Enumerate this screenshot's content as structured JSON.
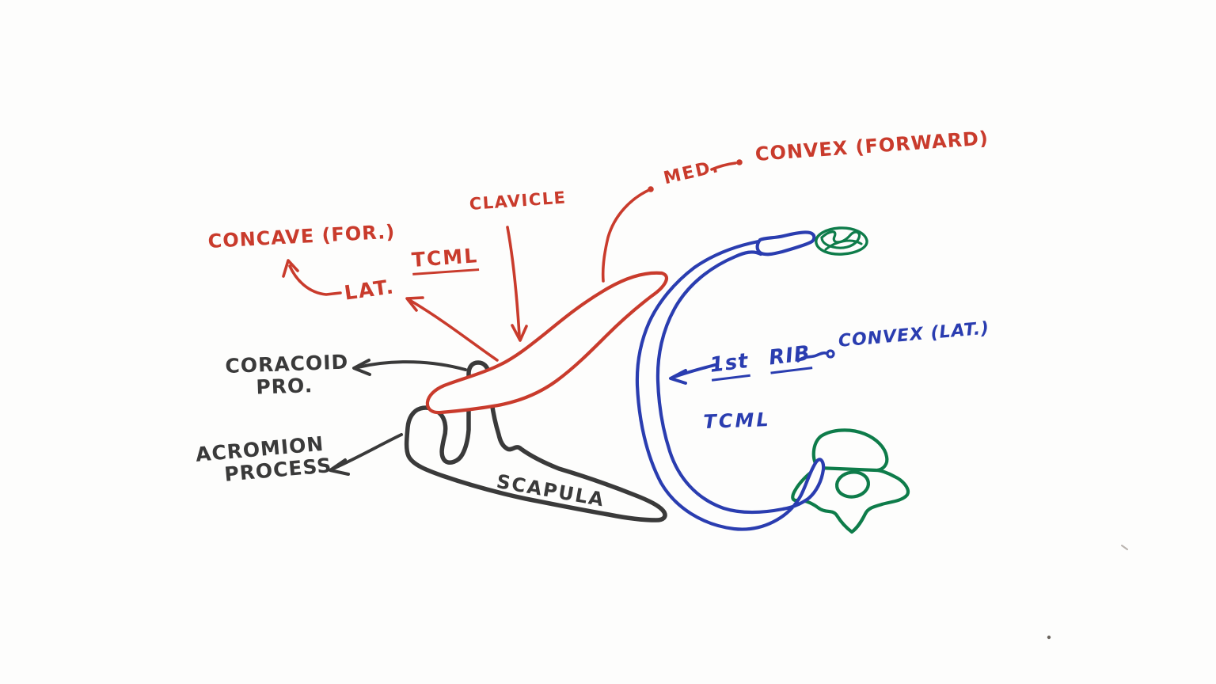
{
  "colors": {
    "red": "#c93b2c",
    "blue": "#2a3db0",
    "green": "#0e7c4a",
    "black": "#3a3a3a",
    "paper": "#fdfdfc"
  },
  "labels": {
    "concave_forward": "CONCAVE (FOR.)",
    "lateral": "LAT.",
    "tcml_red": "TCML",
    "clavicle": "CLAVICLE",
    "medial": "MED.",
    "convex_forward": "CONVEX (FORWARD)",
    "rib_1st": "1st",
    "rib_word": "RIB",
    "convex_lateral": "CONVEX (LAT.)",
    "tcml_blue": "TCML",
    "coracoid_line1": "CORACOID",
    "coracoid_line2": "PRO.",
    "acromion_line1": "ACROMION",
    "acromion_line2": "PROCESS",
    "scapula": "SCAPULA"
  }
}
